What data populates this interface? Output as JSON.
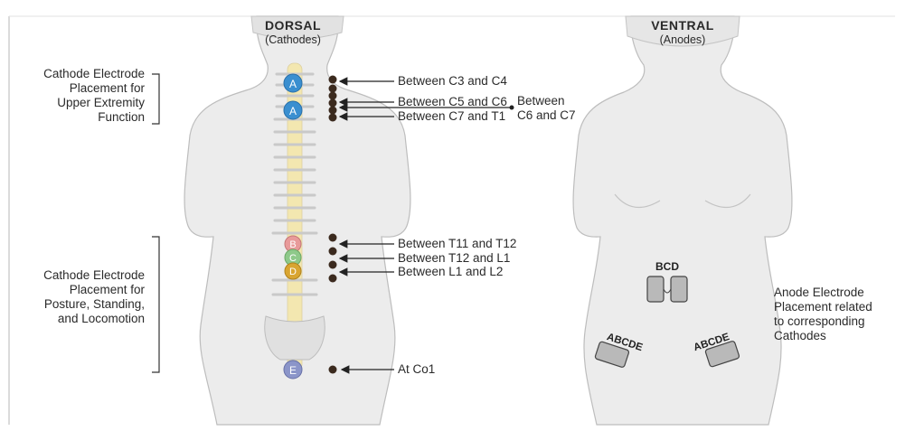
{
  "dorsal": {
    "title": "DORSAL",
    "subtitle": "(Cathodes)"
  },
  "ventral": {
    "title": "VENTRAL",
    "subtitle": "(Anodes)"
  },
  "left_groups": {
    "upper": [
      "Cathode Electrode",
      "Placement for",
      "Upper Extremity",
      "Function"
    ],
    "lower": [
      "Cathode Electrode",
      "Placement for",
      "Posture, Standing,",
      "and Locomotion"
    ]
  },
  "callouts": {
    "c3c4": "Between C3 and C4",
    "c5c6": "Between C5 and C6",
    "c7t1": "Between C7 and T1",
    "c6c7": [
      "Between",
      "C6 and C7"
    ],
    "t11t12": "Between T11 and T12",
    "t12l1": "Between T12 and L1",
    "l1l2": "Between L1 and L2",
    "co1": "At Co1"
  },
  "electrodes": {
    "a1": "A",
    "a2": "A",
    "b": "B",
    "c": "C",
    "d": "D",
    "e": "E"
  },
  "anodes": {
    "center": "BCD",
    "left": "ABCDE",
    "right": "ABCDE"
  },
  "right_note": [
    "Anode Electrode",
    "Placement related",
    "to corresponding",
    "Cathodes"
  ],
  "colors": {
    "a": "#3a8fd0",
    "b": "#e89a9a",
    "c": "#8ec98a",
    "d": "#d9a531",
    "e": "#8b95c9",
    "spine": "#f3e7b0",
    "body": "#ececec",
    "anode": "#b9b9b9"
  }
}
